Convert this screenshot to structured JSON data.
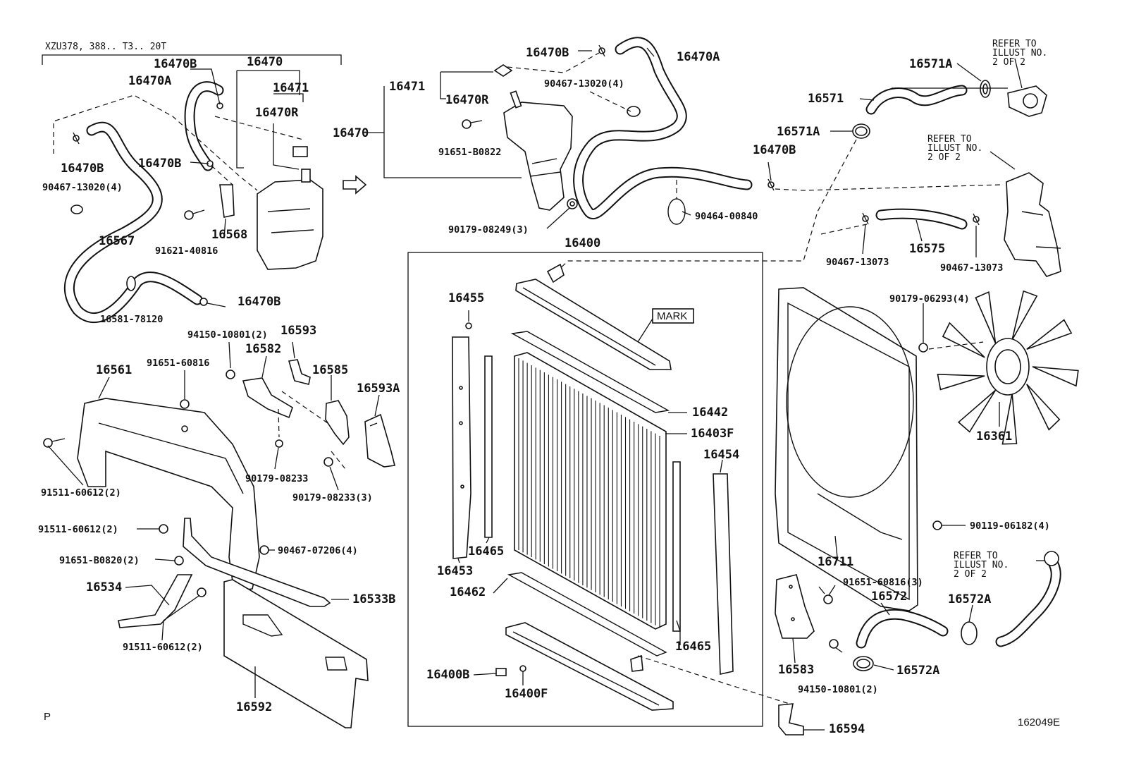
{
  "header_note": "XZU378, 388.. T3.. 20T",
  "corner_mark": "P",
  "diagram_id": "162049E",
  "arrow_icon": "right-arrow-icon",
  "mark_label": "MARK",
  "refer_note": [
    "REFER TO",
    "ILLUST NO.",
    "2 OF 2"
  ],
  "labels": {
    "p16470B_a": "16470B",
    "p16470_a": "16470",
    "p16470A_a": "16470A",
    "p16471_a": "16471",
    "p16470R_a": "16470R",
    "p16470B_b": "16470B",
    "p90467_13020_a": "90467-13020(4)",
    "p16470B_c": "16470B",
    "p16567": "16567",
    "p16568": "16568",
    "p91621_40816": "91621-40816",
    "p16581_78120": "16581-78120",
    "p16470B_d": "16470B",
    "p16470B_e": "16470B",
    "p16470A_b": "16470A",
    "p16471_b": "16471",
    "p16470R_b": "16470R",
    "p90467_13020_b": "90467-13020(4)",
    "p16470_b": "16470",
    "p91651_B0822": "91651-B0822",
    "p90179_08249": "90179-08249(3)",
    "p16571A_a": "16571A",
    "p16571": "16571",
    "p16571A_b": "16571A",
    "p16470B_f": "16470B",
    "p90464_00840": "90464-00840",
    "p16575": "16575",
    "p90467_13073_a": "90467-13073",
    "p90467_13073_b": "90467-13073",
    "p16400": "16400",
    "p16455": "16455",
    "p16442": "16442",
    "p16403F": "16403F",
    "p16454": "16454",
    "p16465_a": "16465",
    "p16453": "16453",
    "p16462": "16462",
    "p16465_b": "16465",
    "p16400B": "16400B",
    "p16400F": "16400F",
    "p90179_06293": "90179-06293(4)",
    "p16361": "16361",
    "p16711": "16711",
    "p90119_06182": "90119-06182(4)",
    "p91651_60816_3": "91651-60816(3)",
    "p16572": "16572",
    "p16572A_a": "16572A",
    "p16583": "16583",
    "p16572A_b": "16572A",
    "p94150_10801_2b": "94150-10801(2)",
    "p16594": "16594",
    "p94150_10801_2a": "94150-10801(2)",
    "p16593": "16593",
    "p16582": "16582",
    "p91651_60816": "91651-60816",
    "p16561": "16561",
    "p16585": "16585",
    "p16593A": "16593A",
    "p91511_60612_a": "91511-60612(2)",
    "p90179_08233": "90179-08233",
    "p90179_08233_3": "90179-08233(3)",
    "p91511_60612_b": "91511-60612(2)",
    "p90467_07206": "90467-07206(4)",
    "p91651_B0820": "91651-B0820(2)",
    "p16534": "16534",
    "p16533B": "16533B",
    "p91511_60612_c": "91511-60612(2)",
    "p16592": "16592"
  }
}
